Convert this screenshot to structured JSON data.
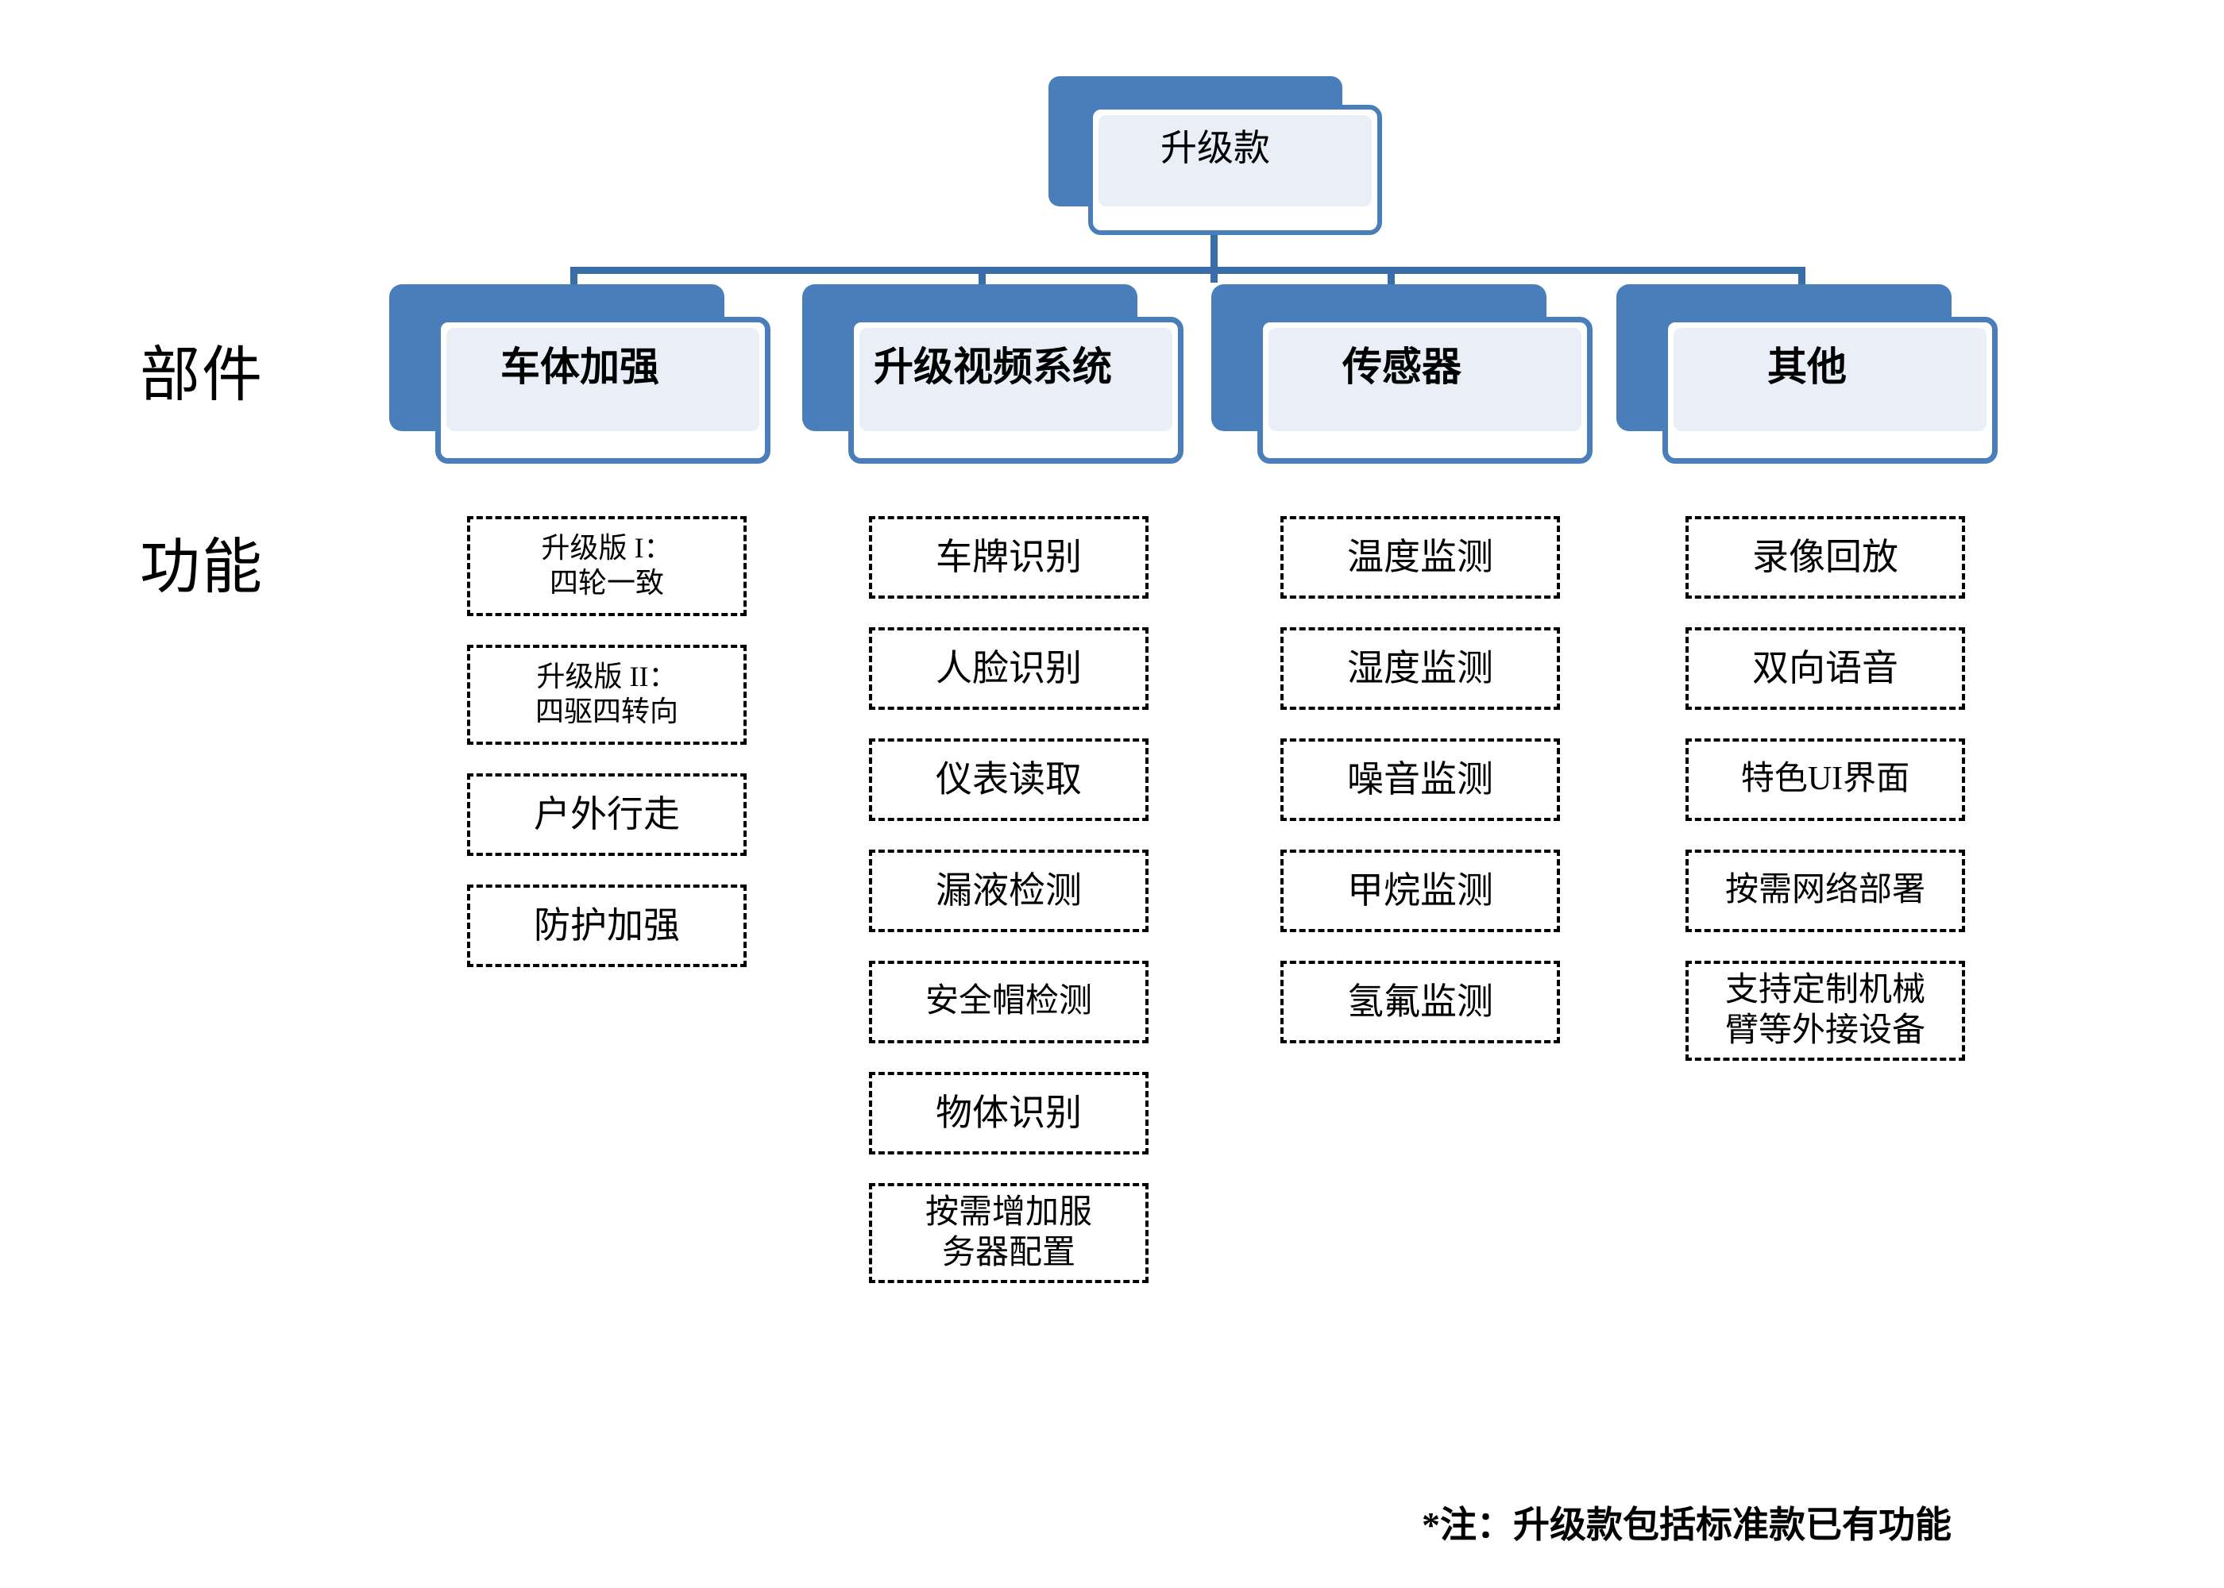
{
  "root": {
    "label": "升级款"
  },
  "row_labels": {
    "parts": "部件",
    "functions": "功能"
  },
  "categories": [
    {
      "label": "车体加强"
    },
    {
      "label": "升级视频系统"
    },
    {
      "label": "传感器"
    },
    {
      "label": "其他"
    }
  ],
  "functions": {
    "col0": [
      {
        "text": "升级版 I：\n四轮一致",
        "size": "size-sm",
        "height": "h2"
      },
      {
        "text": "升级版 II：\n四驱四转向",
        "size": "size-sm",
        "height": "h2"
      },
      {
        "text": "户外行走",
        "size": "size-lg",
        "height": "h1"
      },
      {
        "text": "防护加强",
        "size": "size-lg",
        "height": "h1"
      }
    ],
    "col1": [
      {
        "text": "车牌识别",
        "size": "size-lg",
        "height": "h1"
      },
      {
        "text": "人脸识别",
        "size": "size-lg",
        "height": "h1"
      },
      {
        "text": "仪表读取",
        "size": "size-lg",
        "height": "h1"
      },
      {
        "text": "漏液检测",
        "size": "size-lg",
        "height": "h1"
      },
      {
        "text": "安全帽检测",
        "size": "size-md",
        "height": "h1"
      },
      {
        "text": "物体识别",
        "size": "size-lg",
        "height": "h1"
      },
      {
        "text": "按需增加服\n务器配置",
        "size": "size-md",
        "height": "h2"
      }
    ],
    "col2": [
      {
        "text": "温度监测",
        "size": "size-lg",
        "height": "h1"
      },
      {
        "text": "湿度监测",
        "size": "size-lg",
        "height": "h1"
      },
      {
        "text": "噪音监测",
        "size": "size-lg",
        "height": "h1"
      },
      {
        "text": "甲烷监测",
        "size": "size-lg",
        "height": "h1"
      },
      {
        "text": "氢氟监测",
        "size": "size-lg",
        "height": "h1"
      }
    ],
    "col3": [
      {
        "text": "录像回放",
        "size": "size-lg",
        "height": "h1"
      },
      {
        "text": "双向语音",
        "size": "size-lg",
        "height": "h1"
      },
      {
        "text": "特色UI界面",
        "size": "size-md",
        "height": "h1"
      },
      {
        "text": "按需网络部署",
        "size": "size-md",
        "height": "h1"
      },
      {
        "text": "支持定制机械\n臂等外接设备",
        "size": "size-md",
        "height": "h2"
      }
    ]
  },
  "footnote": "*注：升级款包括标准款已有功能",
  "colors": {
    "card_blue": "#4a7ebb",
    "card_inner": "#eaeff7",
    "connector": "#3a6ea8",
    "background": "#ffffff",
    "text": "#000000"
  }
}
